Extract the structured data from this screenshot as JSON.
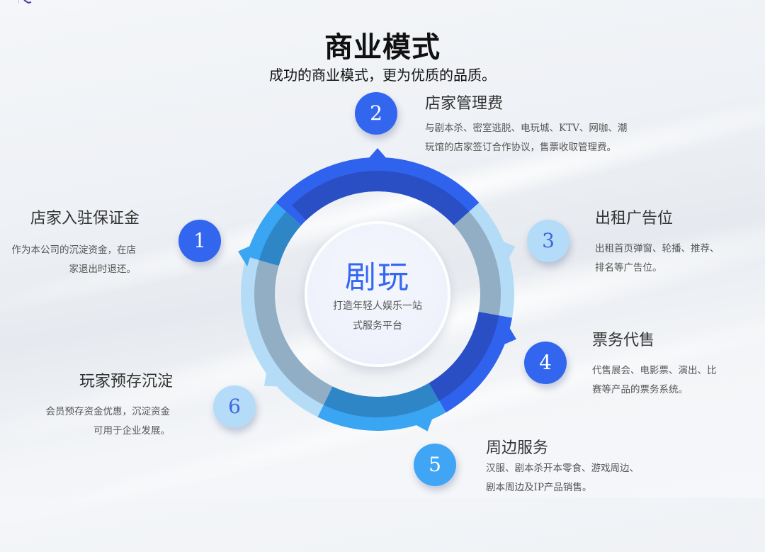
{
  "header": {
    "title": "商业模式",
    "subtitle": "成功的商业模式，更为优质的品质。"
  },
  "center": {
    "brand": "剧玩",
    "tagline_line1": "打造年轻人娱乐一站",
    "tagline_line2": "式服务平台"
  },
  "items": [
    {
      "number": "1",
      "title": "店家入驻保证金",
      "desc_line1": "作为本公司的沉淀资金，在店",
      "desc_line2": "家退出时退还。",
      "style": "dark"
    },
    {
      "number": "2",
      "title": "店家管理费",
      "desc_line1": "与剧本杀、密室逃脱、电玩城、KTV、网咖、潮",
      "desc_line2": "玩馆的店家签订合作协议，售票收取管理费。",
      "style": "dark"
    },
    {
      "number": "3",
      "title": "出租广告位",
      "desc_line1": "出租首页弹窗、轮播、推荐、",
      "desc_line2": "排名等广告位。",
      "style": "light"
    },
    {
      "number": "4",
      "title": "票务代售",
      "desc_line1": "代售展会、电影票、演出、比",
      "desc_line2": "赛等产品的票务系统。",
      "style": "dark"
    },
    {
      "number": "5",
      "title": "周边服务",
      "desc_line1": "汉服、剧本杀开本零食、游戏周边、",
      "desc_line2": "剧本周边及IP产品销售。",
      "style": "mid"
    },
    {
      "number": "6",
      "title": "玩家预存沉淀",
      "desc_line1": "会员预存资金优惠，沉淀资金",
      "desc_line2": "可用于企业发展。",
      "style": "light"
    }
  ],
  "colors": {
    "dark_outer": "#2f63ee",
    "dark_inner": "#2a4ec4",
    "mid_outer": "#3aa5f2",
    "mid_inner": "#2e86c6",
    "light_outer": "#b4dcf7",
    "light_inner": "#91aec4",
    "brand": "#3568f2"
  }
}
